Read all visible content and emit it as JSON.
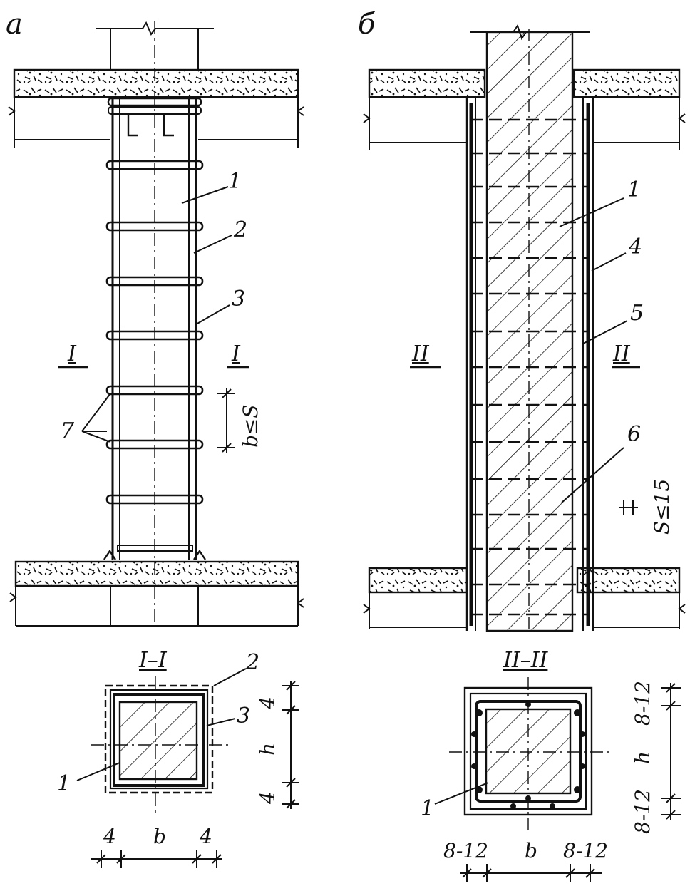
{
  "figure": {
    "panel_a": {
      "letter": "а",
      "markers": [
        "1",
        "2",
        "3",
        "7"
      ],
      "section_mark": "I",
      "spacing_label": "b≤S",
      "section_title": "I–I",
      "section_markers": [
        "2",
        "3",
        "1"
      ],
      "section_dims": {
        "cover": "4",
        "height": "h",
        "width": "b"
      }
    },
    "panel_b": {
      "letter": "б",
      "markers": [
        "1",
        "4",
        "5",
        "6"
      ],
      "section_mark": "II",
      "spacing_label": "S≤15",
      "section_title": "II–II",
      "section_markers": [
        "1"
      ],
      "section_dims": {
        "cover": "8-12",
        "height": "h",
        "width": "b"
      }
    }
  }
}
